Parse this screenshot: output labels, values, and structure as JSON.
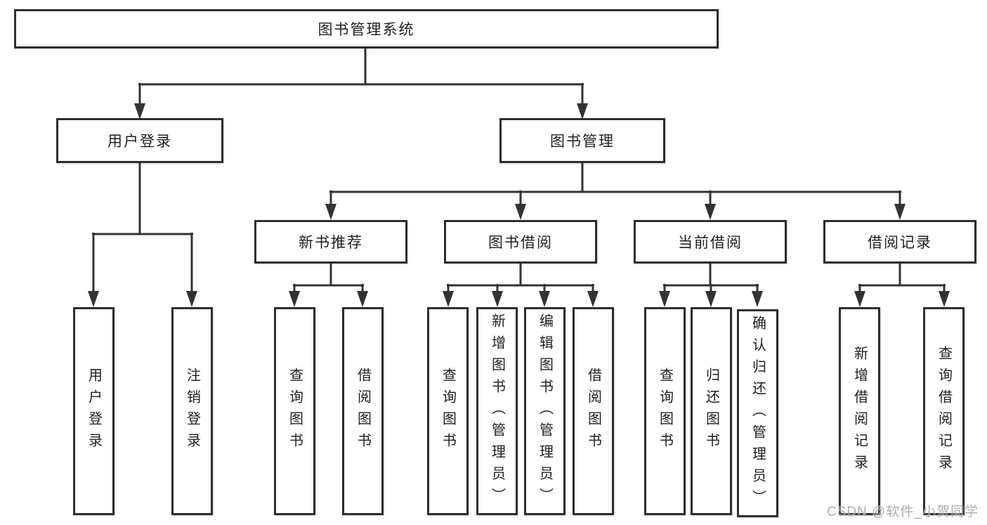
{
  "diagram": {
    "root": {
      "label": "图书管理系统"
    },
    "level2": [
      {
        "id": "user-login",
        "label": "用户登录"
      },
      {
        "id": "book-management",
        "label": "图书管理"
      }
    ],
    "level3": [
      {
        "id": "new-book-recommendation",
        "label": "新书推荐"
      },
      {
        "id": "book-borrowing",
        "label": "图书借阅"
      },
      {
        "id": "current-borrowing",
        "label": "当前借阅"
      },
      {
        "id": "borrowing-records",
        "label": "借阅记录"
      }
    ],
    "level4": {
      "user_login_children": [
        {
          "label": "用户登录"
        },
        {
          "label": "注销登录"
        }
      ],
      "new_book_children": [
        {
          "label": "查询图书"
        },
        {
          "label": "借阅图书"
        }
      ],
      "book_borrowing_children": [
        {
          "label": "查询图书"
        },
        {
          "label": "新增图书（管理员）"
        },
        {
          "label": "编辑图书（管理员）"
        },
        {
          "label": "借阅图书"
        }
      ],
      "current_borrowing_children": [
        {
          "label": "查询图书"
        },
        {
          "label": "归还图书"
        },
        {
          "label": "确认归还（管理员）"
        }
      ],
      "records_children": [
        {
          "label": "新增借阅记录"
        },
        {
          "label": "查询借阅记录"
        }
      ]
    }
  },
  "watermark": {
    "text": "CSDN @软件_小贺同学"
  },
  "colors": {
    "line": "#333333",
    "box_border": "#2e2e2e",
    "text": "#1f1f1f",
    "background": "#ffffff",
    "watermark": "#c0c0c0"
  }
}
